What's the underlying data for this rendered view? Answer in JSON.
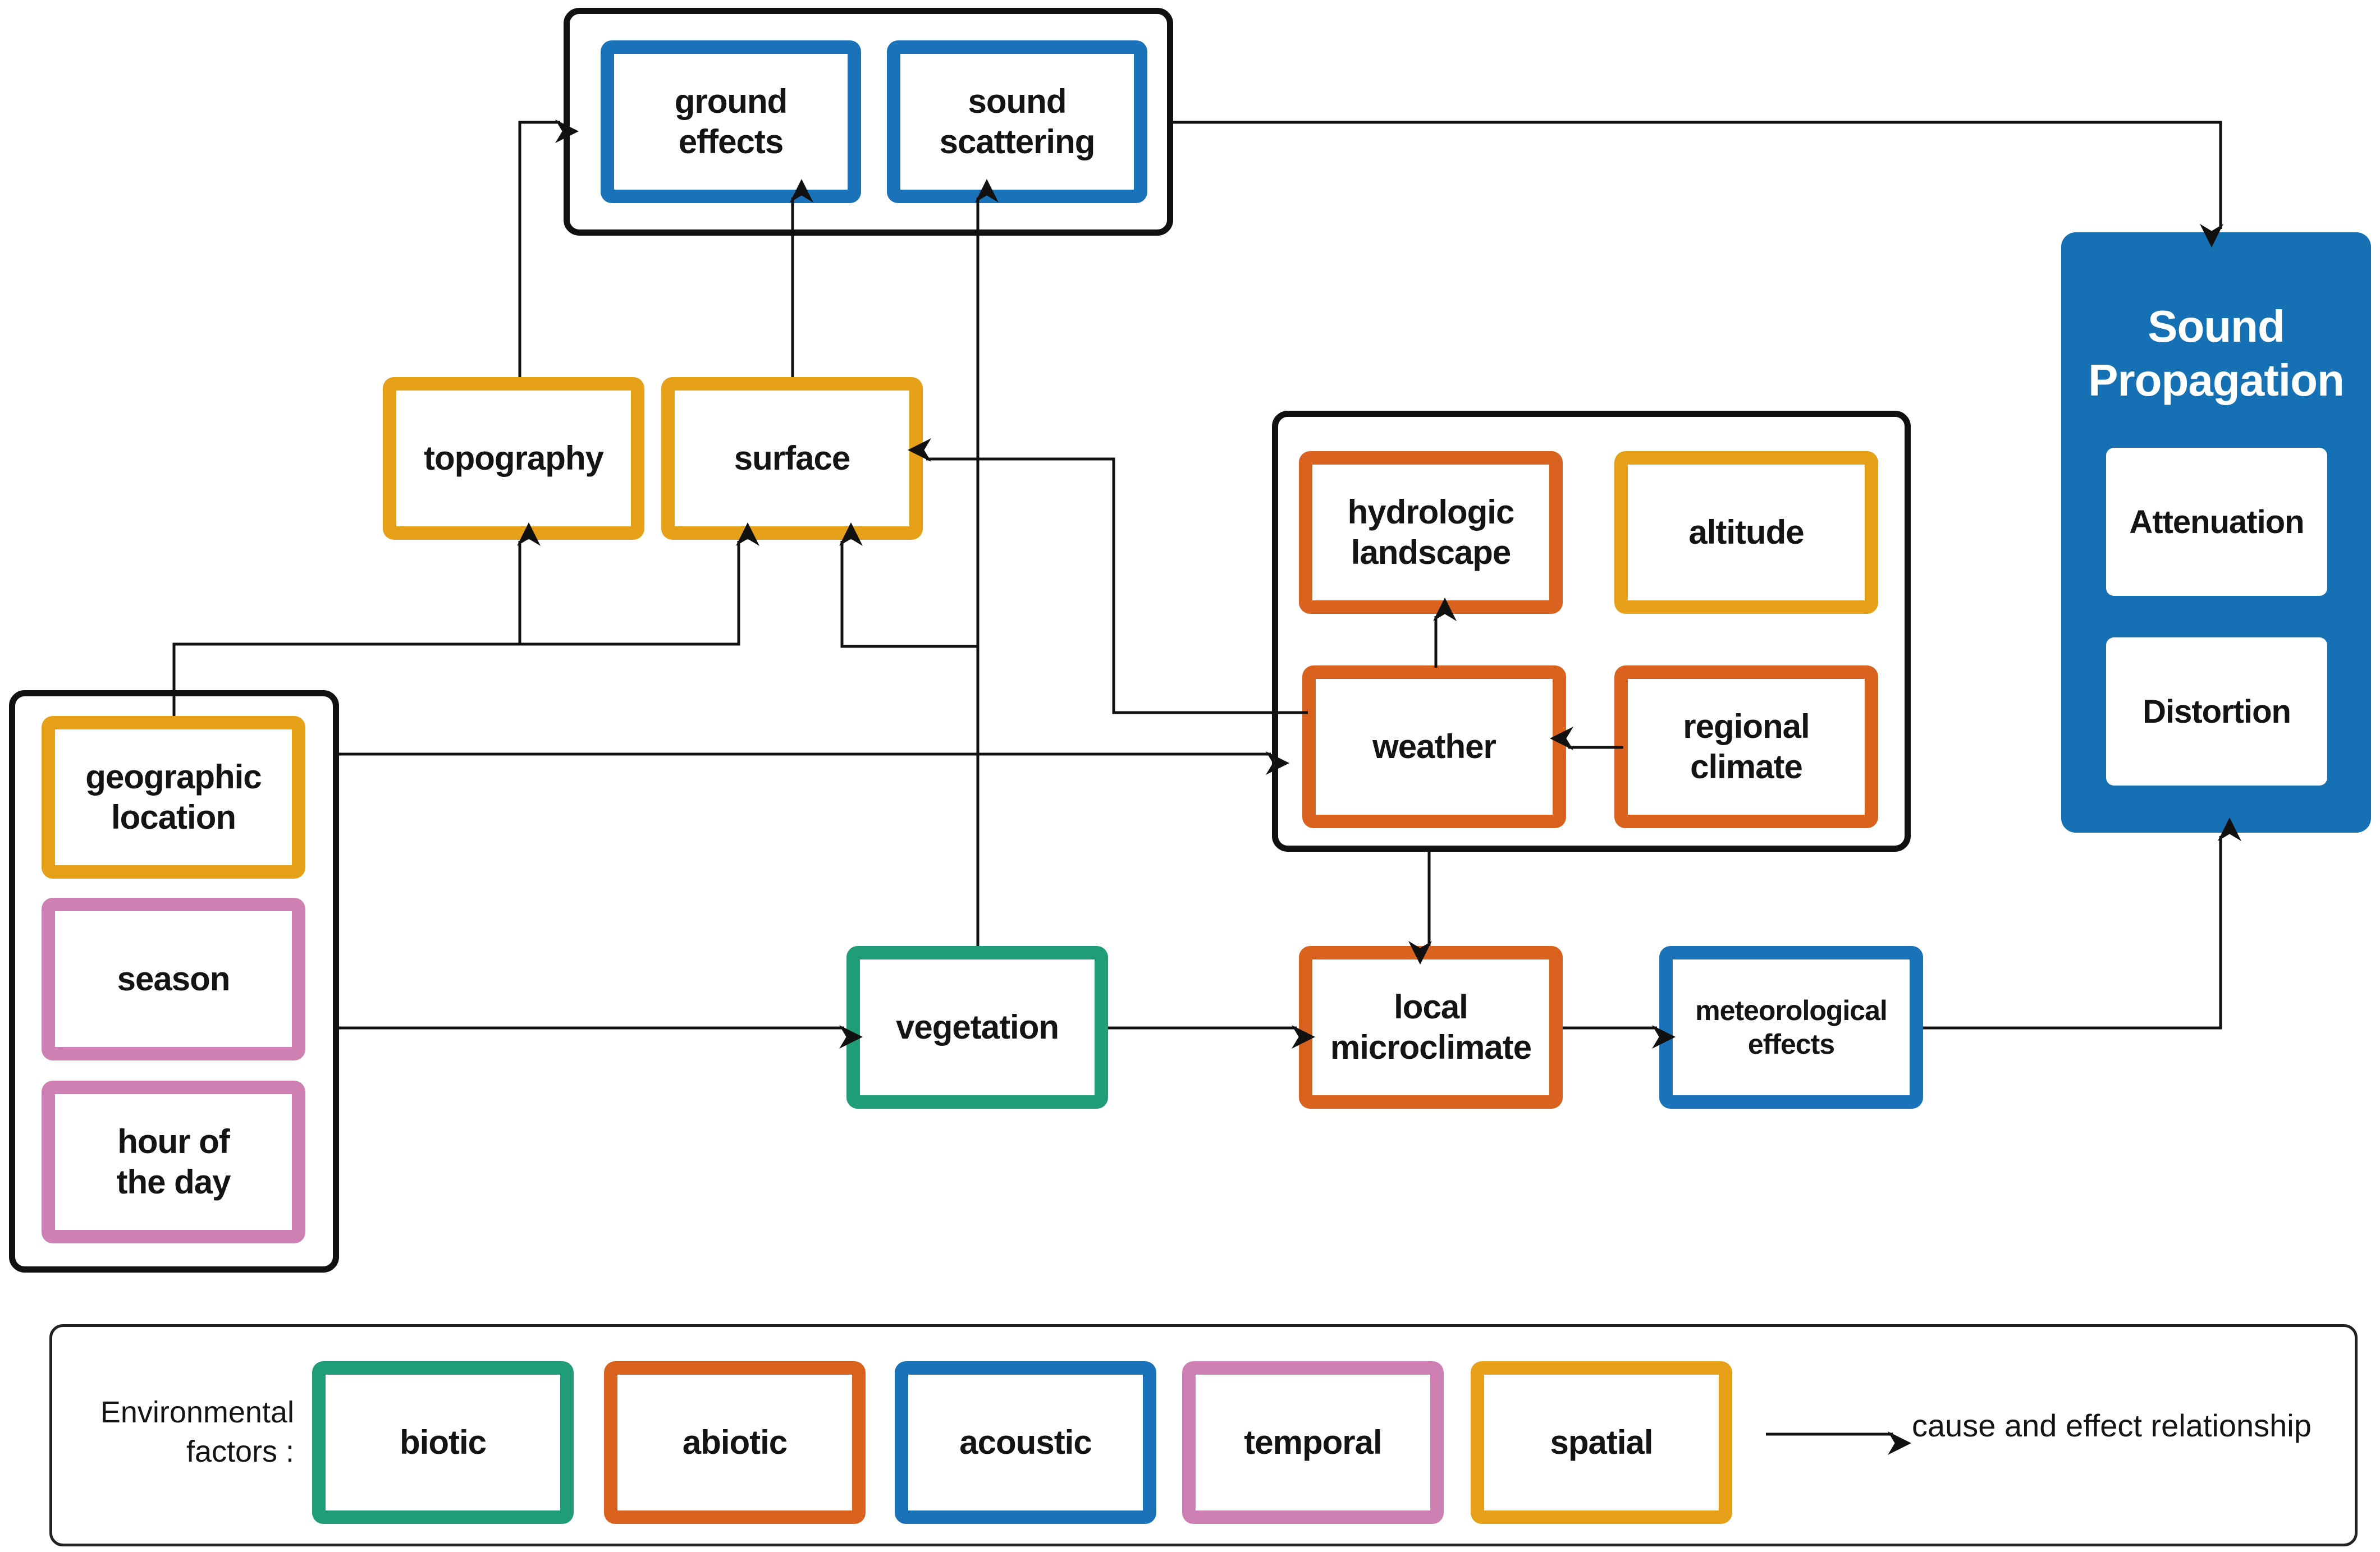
{
  "nodes": {
    "ground_effects": "ground\neffects",
    "sound_scattering": "sound\nscattering",
    "topography": "topography",
    "surface": "surface",
    "hydrologic_landscape": "hydrologic\nlandscape",
    "altitude": "altitude",
    "weather": "weather",
    "regional_climate": "regional\nclimate",
    "geographic_location": "geographic\nlocation",
    "season": "season",
    "hour_of_day": "hour of\nthe day",
    "vegetation": "vegetation",
    "local_microclimate": "local\nmicroclimate",
    "meteorological_effects": "meteorological\neffects"
  },
  "sound_propagation": {
    "title": "Sound\nPropagation",
    "items": [
      "Attenuation",
      "Distortion"
    ]
  },
  "legend": {
    "title": "Environmental\nfactors :",
    "categories": [
      "biotic",
      "abiotic",
      "acoustic",
      "temporal",
      "spatial"
    ],
    "arrow_label": "cause and effect relationship"
  },
  "colors": {
    "biotic": "#1f9c78",
    "abiotic": "#d9621e",
    "acoustic": "#1a72b8",
    "temporal": "#cf80b2",
    "spatial": "#e6a118",
    "panel": "#1670b4"
  }
}
